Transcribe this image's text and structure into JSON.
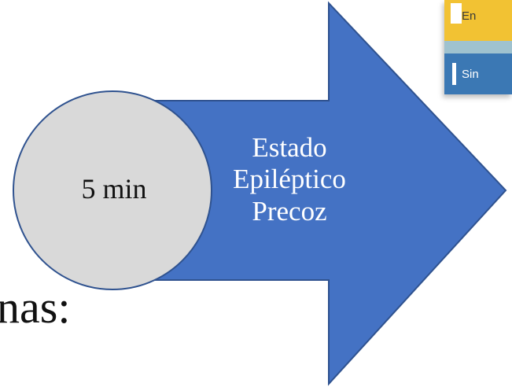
{
  "diagram": {
    "circle_label": "5 min",
    "arrow_lines": [
      "Estado",
      "Epiléptico",
      "Precoz"
    ],
    "background_text": "nas:",
    "colors": {
      "arrow_fill": "#4472c4",
      "arrow_stroke": "#2f528f",
      "circle_fill": "#d9d9d9",
      "circle_stroke": "#2f528f"
    }
  },
  "thumbnail": {
    "top_text": "En",
    "bottom_text": "Sin"
  }
}
